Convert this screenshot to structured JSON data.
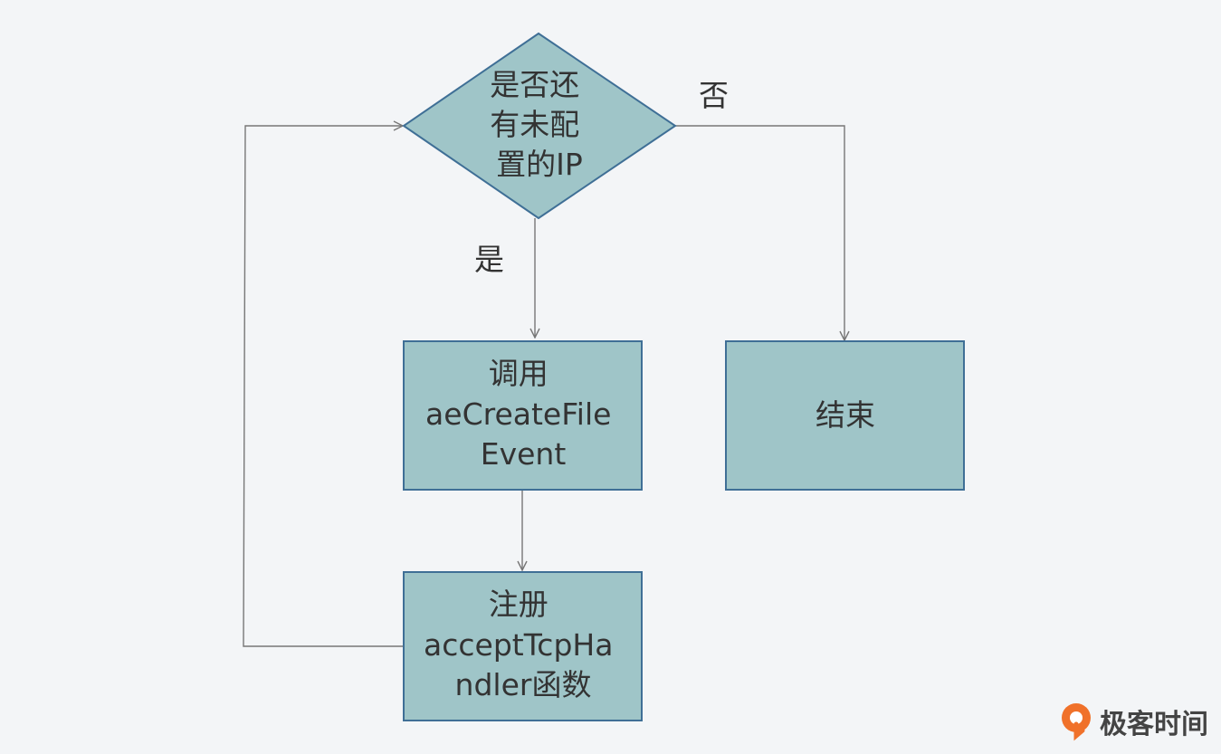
{
  "diagram": {
    "nodes": {
      "decision": {
        "lines": [
          "是否还",
          "有未配",
          "置的IP"
        ]
      },
      "call_create": {
        "lines": [
          "调用",
          "aeCreateFile",
          "Event"
        ]
      },
      "register": {
        "lines": [
          "注册",
          "acceptTcpHa",
          "ndler函数"
        ]
      },
      "end": {
        "lines": [
          "结束"
        ]
      }
    },
    "edges": {
      "yes_label": "是",
      "no_label": "否"
    }
  },
  "watermark": {
    "text": "极客时间"
  },
  "colors": {
    "node_fill": "#9fc5c8",
    "node_border": "#3f6f96",
    "line": "#777777",
    "background": "#f3f5f7",
    "brand": "#f0712a"
  }
}
